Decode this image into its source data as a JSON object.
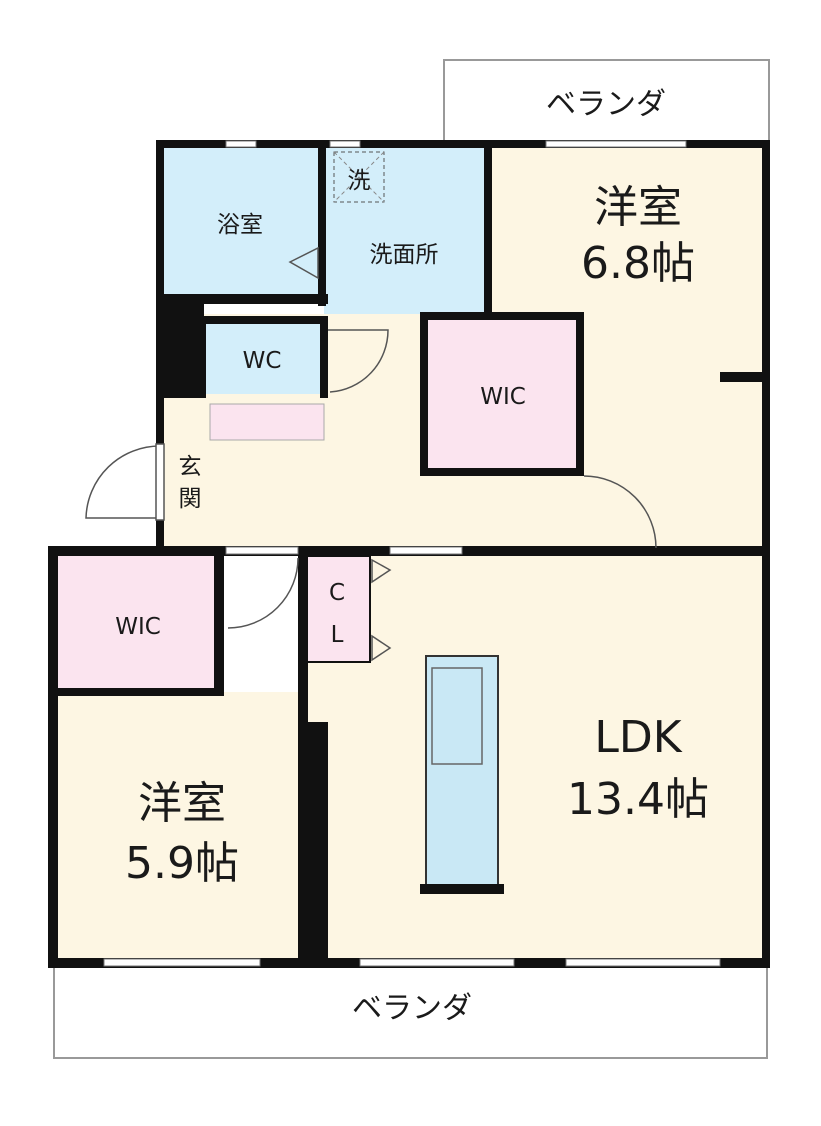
{
  "balcony_top": "ベランダ",
  "balcony_bottom": "ベランダ",
  "rooms": {
    "bath": "浴室",
    "washroom": "洗面所",
    "washer": "洗",
    "wc": "WC",
    "wic_center": "WIC",
    "wic_left": "WIC",
    "entrance_1": "玄",
    "entrance_2": "関",
    "closet_1": "C",
    "closet_2": "L",
    "western_room_top_name": "洋室",
    "western_room_top_size": "6.8帖",
    "western_room_left_name": "洋室",
    "western_room_left_size": "5.9帖",
    "ldk_name": "LDK",
    "ldk_size": "13.4帖"
  },
  "colors": {
    "wet_area": "#d3eefa",
    "living": "#fdf6e3",
    "storage": "#fbe4ef",
    "wall": "#111111",
    "kitchen": "#c9e8f5"
  }
}
